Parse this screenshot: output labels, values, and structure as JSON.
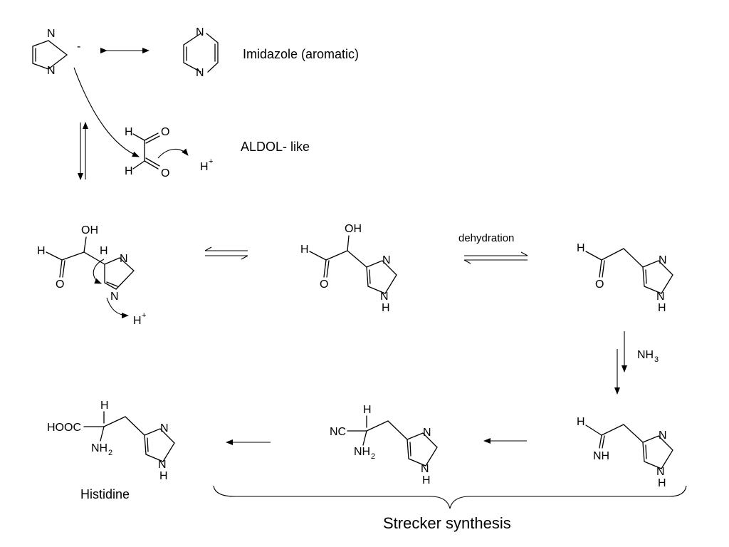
{
  "labels": {
    "imidazole": "Imidazole (aromatic)",
    "aldol": "ALDOL- like",
    "dehydration": "dehydration",
    "histidine": "Histidine",
    "strecker": "Strecker synthesis"
  },
  "atoms": {
    "N": "N",
    "H": "H",
    "O": "O",
    "NH": "NH",
    "OH": "OH",
    "NC": "NC",
    "HOOC": "HOOC",
    "NH2_main": "NH",
    "NH3_main": "NH",
    "plus": "+",
    "minus": "-",
    "sub2": "2",
    "sub3": "3"
  }
}
